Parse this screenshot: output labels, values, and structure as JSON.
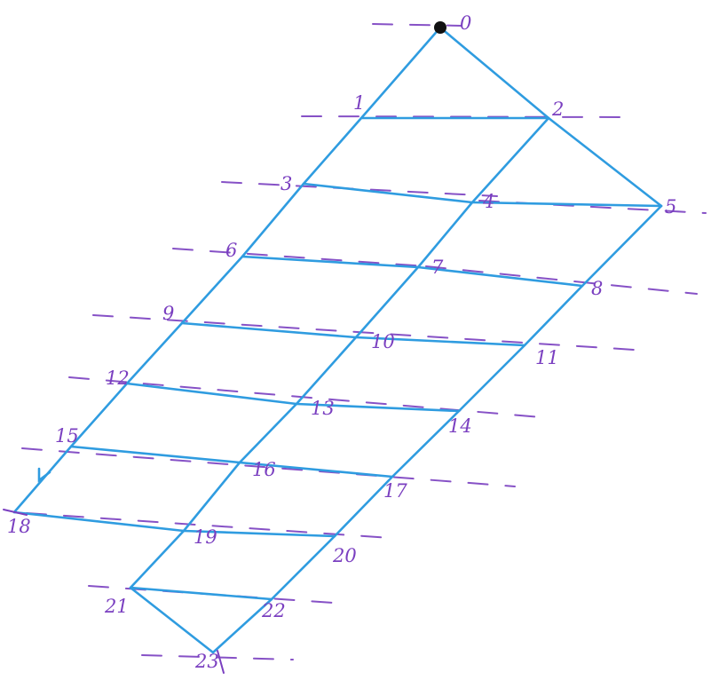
{
  "diagram": {
    "node_labels": [
      "0",
      "1",
      "2",
      "3",
      "4",
      "5",
      "6",
      "7",
      "8",
      "9",
      "10",
      "11",
      "12",
      "13",
      "14",
      "15",
      "16",
      "17",
      "18",
      "19",
      "20",
      "21",
      "22",
      "23"
    ],
    "colors": {
      "edge": "#2f9ce0",
      "label": "#7a3fc0",
      "root": "#111111",
      "background": "#ffffff"
    }
  }
}
